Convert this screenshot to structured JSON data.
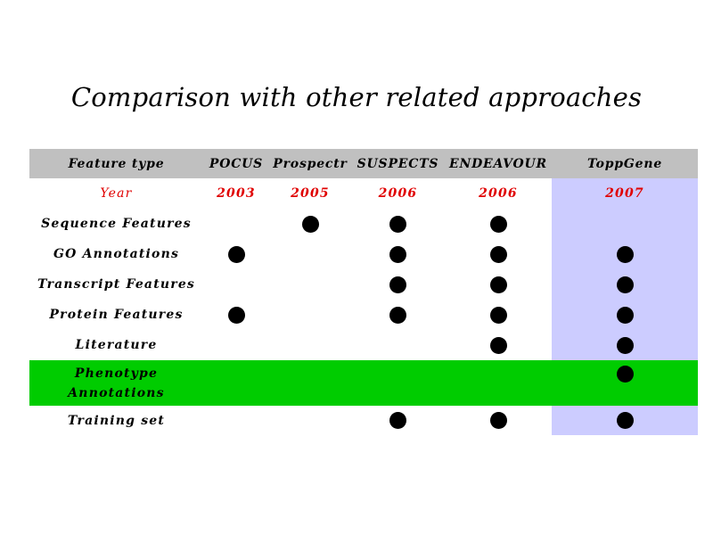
{
  "title": "Comparison with other related approaches",
  "table": {
    "header": {
      "feature_type": "Feature type",
      "pocus": "POCUS",
      "prospectr": "Prospectr",
      "suspects": "SUSPECTS",
      "endeavour": "ENDEAVOUR",
      "toppgene": "ToppGene"
    },
    "year": {
      "label": "Year",
      "pocus": "2003",
      "prospectr": "2005",
      "suspects": "2006",
      "endeavour": "2006",
      "toppgene": "2007"
    },
    "features": [
      {
        "label": "Sequence Features",
        "pocus": false,
        "prospectr": true,
        "suspects": true,
        "endeavour": true,
        "toppgene": false
      },
      {
        "label": "GO Annotations",
        "pocus": true,
        "prospectr": false,
        "suspects": true,
        "endeavour": true,
        "toppgene": true
      },
      {
        "label": "Transcript Features",
        "pocus": false,
        "prospectr": false,
        "suspects": true,
        "endeavour": true,
        "toppgene": true
      },
      {
        "label": "Protein Features",
        "pocus": true,
        "prospectr": false,
        "suspects": true,
        "endeavour": true,
        "toppgene": true
      },
      {
        "label": "Literature",
        "pocus": false,
        "prospectr": false,
        "suspects": false,
        "endeavour": true,
        "toppgene": true
      },
      {
        "label_line1": "Phenotype",
        "label_line2": "Annotations",
        "pocus": false,
        "prospectr": false,
        "suspects": false,
        "endeavour": false,
        "toppgene": true
      },
      {
        "label": "Training set",
        "pocus": false,
        "prospectr": false,
        "suspects": true,
        "endeavour": true,
        "toppgene": true
      }
    ]
  },
  "colors": {
    "header_bg": "#c0c0c0",
    "year_text": "#e00000",
    "toppgene_column_bg": "#ccccff",
    "phenotype_row_bg": "#00cc00",
    "dot": "#000000"
  }
}
